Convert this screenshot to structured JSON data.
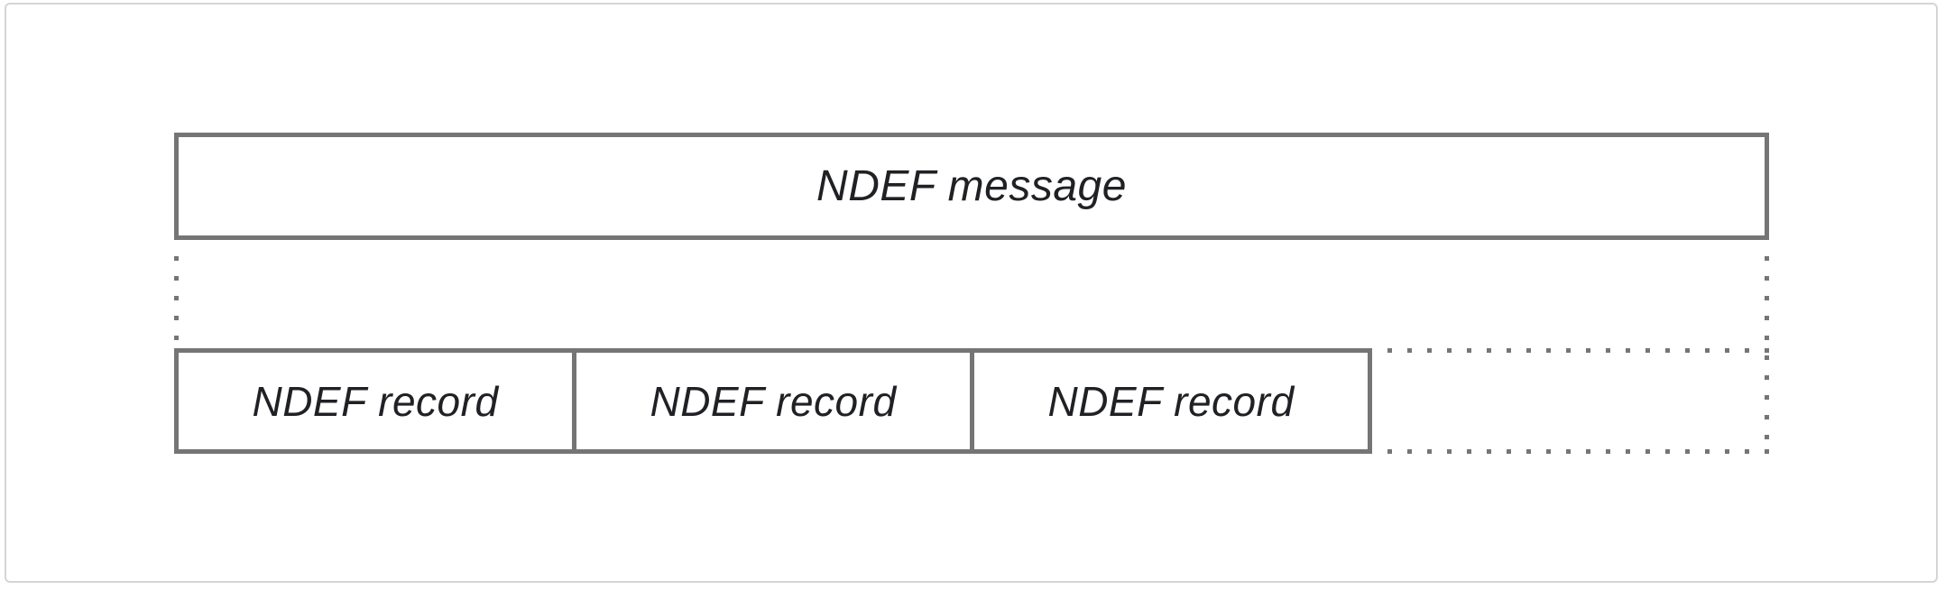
{
  "diagram": {
    "message_label": "NDEF message",
    "records": [
      {
        "label": "NDEF record"
      },
      {
        "label": "NDEF record"
      },
      {
        "label": "NDEF record"
      }
    ],
    "colors": {
      "box_border": "#757575",
      "dotted_line": "#757575",
      "text": "#202124",
      "outer_frame": "#d5d5d5",
      "background": "#ffffff"
    }
  }
}
